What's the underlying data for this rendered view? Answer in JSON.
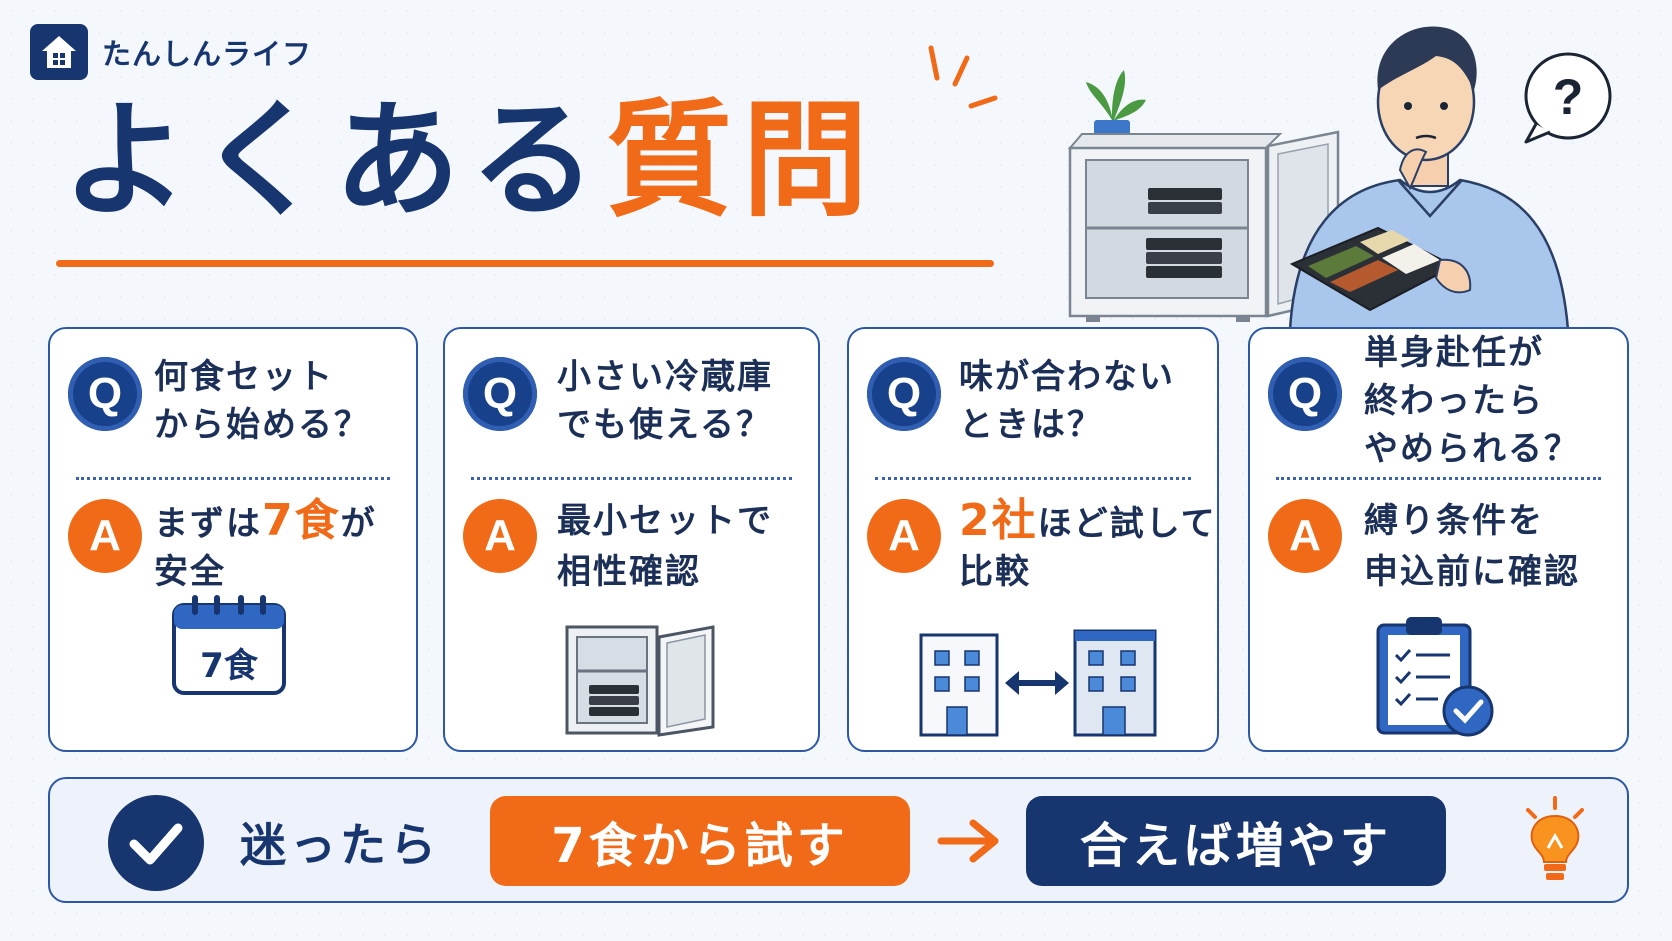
{
  "brand": {
    "name": "たんしんライフ",
    "logo_icon": "house-icon"
  },
  "headline": {
    "part1": "よくある",
    "part2": "質問"
  },
  "colors": {
    "navy": "#17356e",
    "orange": "#f06a17",
    "border": "#2d58a5"
  },
  "badges": {
    "q": "Q",
    "a": "A"
  },
  "faqs": [
    {
      "question": "何食セット\nから始める？",
      "answer_pre": "まずは",
      "answer_hl": "7食",
      "answer_post": "が\n安全",
      "icon": "calendar-icon",
      "icon_text": "7食"
    },
    {
      "question": "小さい冷蔵庫\nでも使える？",
      "answer_pre": "最小セットで\n相性確認",
      "answer_hl": "",
      "answer_post": "",
      "icon": "mini-fridge-icon"
    },
    {
      "question": "味が合わない\nときは？",
      "answer_pre": "",
      "answer_hl": "2社",
      "answer_post": "ほど試して\n比較",
      "icon": "compare-buildings-icon"
    },
    {
      "question": "単身赴任が\n終わったら\nやめられる？",
      "answer_pre": "縛り条件を\n申込前に確認",
      "answer_hl": "",
      "answer_post": "",
      "icon": "checklist-icon"
    }
  ],
  "summary": {
    "lead": "迷ったら",
    "step1": "7食から試す",
    "step2": "合えば増やす",
    "icons": [
      "check-icon",
      "arrow-right-icon",
      "lightbulb-icon"
    ]
  },
  "hero": {
    "bubble": "?"
  }
}
